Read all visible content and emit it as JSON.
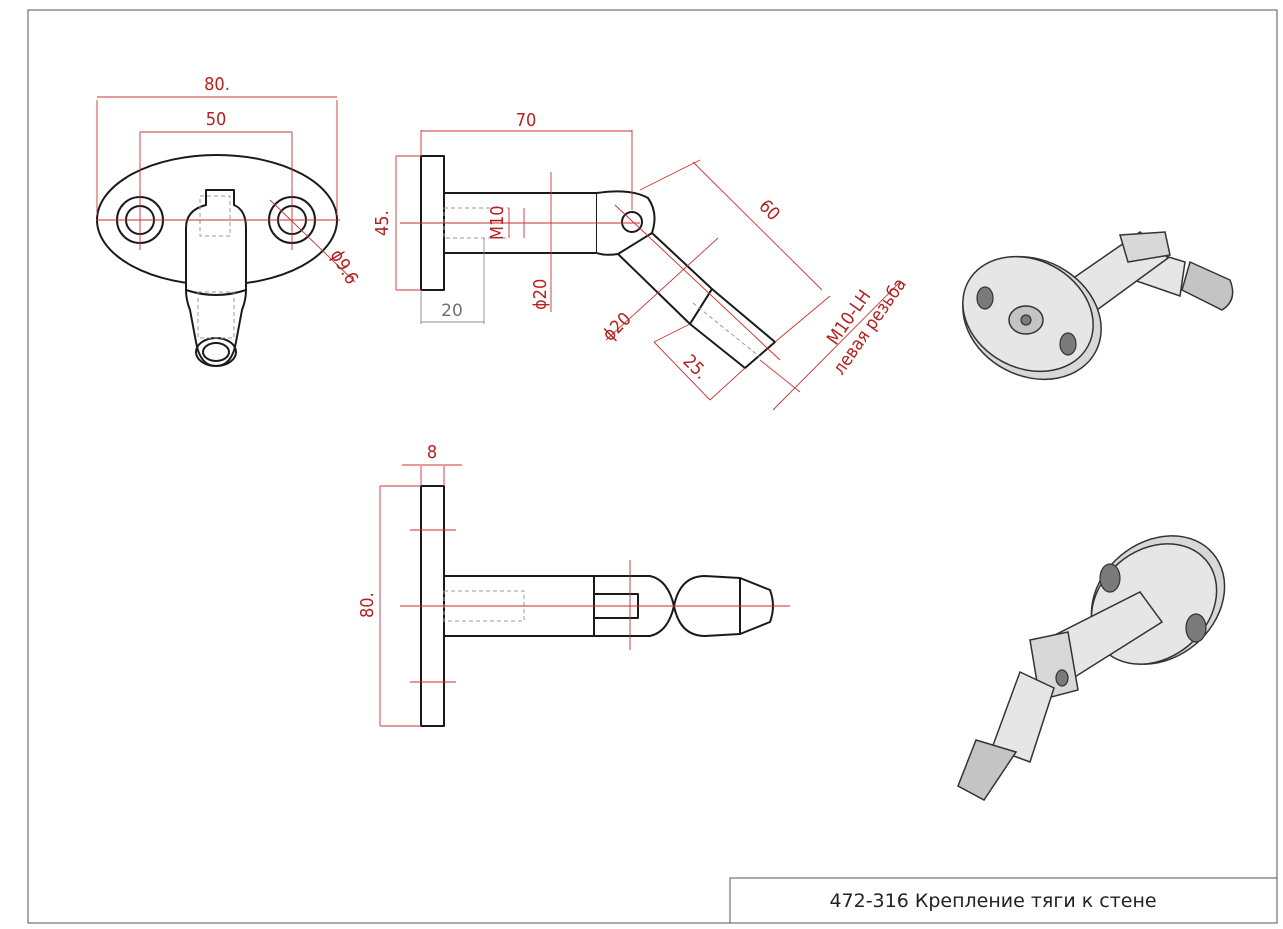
{
  "title_block": {
    "text": "472-316  Крепление тяги к стене"
  },
  "front_view": {
    "dim_overall_width": "80.",
    "dim_hole_spacing": "50",
    "dim_hole_diameter": "ϕ9.6"
  },
  "side_view": {
    "dim_length": "70",
    "dim_flange_height": "45.",
    "dim_thread": "M10",
    "dim_rod_diameter": "ϕ20",
    "dim_thread_depth": "20",
    "dim_arm_length": "60",
    "dim_arm_diameter": "ϕ20",
    "dim_tip_length": "25.",
    "dim_tip_thread": "M10-LH",
    "dim_tip_thread_note": "левая резьба"
  },
  "top_view": {
    "dim_flange_thickness": "8",
    "dim_flange_length": "80."
  },
  "colors": {
    "dimension": "#b52020",
    "outline": "#1a1a1a",
    "centerline": "#cc2a2a"
  }
}
